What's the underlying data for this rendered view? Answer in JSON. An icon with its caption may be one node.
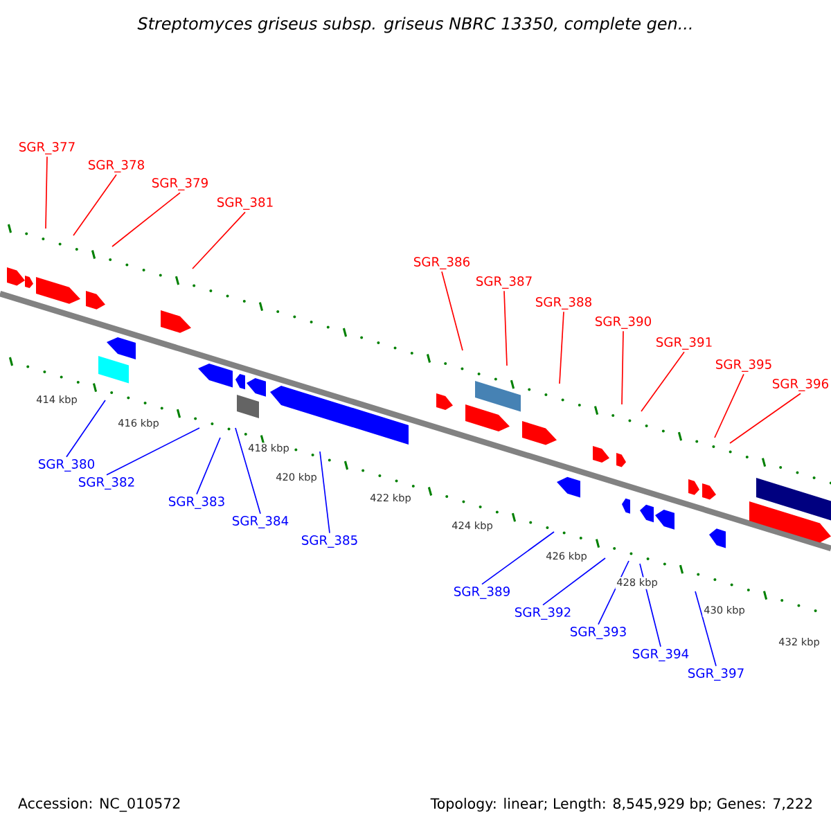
{
  "diagram": {
    "title": "Streptomyces griseus subsp. griseus NBRC 13350, complete gen...",
    "nodes": [
      {
        "text": [
          "SGR_377"
        ]
      },
      {
        "text": [
          "SGR_378"
        ]
      },
      {
        "text": [
          "SGR_379"
        ]
      },
      {
        "text": [
          "SGR_381"
        ]
      },
      {
        "text": [
          "SGR_386"
        ]
      },
      {
        "text": [
          "SGR_387"
        ]
      },
      {
        "text": [
          "SGR_388"
        ]
      },
      {
        "text": [
          "SGR_390"
        ]
      },
      {
        "text": [
          "SGR_391"
        ]
      },
      {
        "text": [
          "SGR_395"
        ]
      },
      {
        "text": [
          "SGR_396"
        ]
      },
      {
        "text": [
          "SGR_380"
        ]
      },
      {
        "text": [
          "SGR_382"
        ]
      },
      {
        "text": [
          "SGR_383"
        ]
      },
      {
        "text": [
          "SGR_384"
        ]
      },
      {
        "text": [
          "SGR_385"
        ]
      },
      {
        "text": [
          "SGR_389"
        ]
      },
      {
        "text": [
          "SGR_392"
        ]
      },
      {
        "text": [
          "SGR_393"
        ]
      },
      {
        "text": [
          "SGR_394"
        ]
      },
      {
        "text": [
          "SGR_397"
        ]
      }
    ],
    "edges": [
      {
        "from": 0,
        "to": null,
        "arrow": "none",
        "color": "#ff0000"
      },
      {
        "from": 1,
        "to": null,
        "arrow": "none",
        "color": "#ff0000"
      },
      {
        "from": 2,
        "to": null,
        "arrow": "none",
        "color": "#ff0000"
      },
      {
        "from": 3,
        "to": null,
        "arrow": "none",
        "color": "#ff0000"
      },
      {
        "from": 4,
        "to": null,
        "arrow": "none",
        "color": "#ff0000"
      },
      {
        "from": 5,
        "to": null,
        "arrow": "none",
        "color": "#ff0000"
      },
      {
        "from": 6,
        "to": null,
        "arrow": "none",
        "color": "#ff0000"
      },
      {
        "from": 7,
        "to": null,
        "arrow": "none",
        "color": "#ff0000"
      },
      {
        "from": 8,
        "to": null,
        "arrow": "none",
        "color": "#ff0000"
      },
      {
        "from": 9,
        "to": null,
        "arrow": "none",
        "color": "#ff0000"
      },
      {
        "from": 10,
        "to": null,
        "arrow": "none",
        "color": "#ff0000"
      },
      {
        "from": 11,
        "to": null,
        "arrow": "none",
        "color": "#0000ff"
      },
      {
        "from": 12,
        "to": null,
        "arrow": "none",
        "color": "#0000ff"
      },
      {
        "from": 13,
        "to": null,
        "arrow": "none",
        "color": "#0000ff"
      },
      {
        "from": 14,
        "to": null,
        "arrow": "none",
        "color": "#0000ff"
      },
      {
        "from": 15,
        "to": null,
        "arrow": "none",
        "color": "#0000ff"
      },
      {
        "from": 16,
        "to": null,
        "arrow": "none",
        "color": "#0000ff"
      },
      {
        "from": 17,
        "to": null,
        "arrow": "none",
        "color": "#0000ff"
      },
      {
        "from": 18,
        "to": null,
        "arrow": "none",
        "color": "#0000ff"
      },
      {
        "from": 19,
        "to": null,
        "arrow": "none",
        "color": "#0000ff"
      },
      {
        "from": 20,
        "to": null,
        "arrow": "none",
        "color": "#0000ff"
      }
    ],
    "labels": [
      "414 kbp",
      "416 kbp",
      "418 kbp",
      "420 kbp",
      "422 kbp",
      "424 kbp",
      "426 kbp",
      "428 kbp",
      "430 kbp",
      "432 kbp",
      "Accession: NC_010572",
      "Topology: linear; Length: 8,545,929 bp; Genes: 7,222"
    ]
  }
}
